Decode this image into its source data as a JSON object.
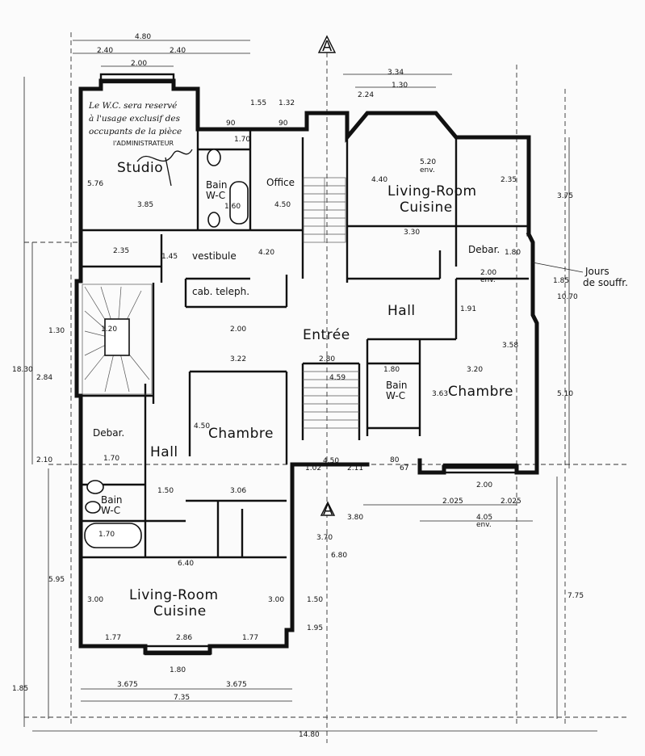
{
  "rooms": {
    "studio": "Studio",
    "office": "Office",
    "bain_wc_top": "Bain\nW-C",
    "vestibule": "vestibule",
    "cab_telephone": "cab. teleph.",
    "living_top": "Living-Room",
    "cuisine_top": "Cuisine",
    "debar_right": "Debar.",
    "hall_right": "Hall",
    "entree": "Entrée",
    "bain_wc_mid": "Bain\nW-C",
    "chambre_right": "Chambre",
    "chambre_center": "Chambre",
    "debar_left": "Debar.",
    "hall_left": "Hall",
    "bain_wc_left": "Bain\nW-C",
    "living_bottom": "Living-Room",
    "cuisine_bottom": "Cuisine"
  },
  "annotation": {
    "line1": "Le W.C. sera reservé",
    "line2": "à l'usage exclusif des",
    "line3": "occupants de la pièce",
    "administrateur": "l'ADMINISTRATEUR",
    "side_note_1": "Jours",
    "side_note_2": "de souffr."
  },
  "section_marks": {
    "top": "A",
    "bottom": "A"
  },
  "dimensions": {
    "top_total": "4.80",
    "top_left": "2.40",
    "top_right": "2.40",
    "top_window": "2.00",
    "d_1_55": "1.55",
    "d_1_32": "1.32",
    "d_3_34": "3.34",
    "d_2_24": "2.24",
    "d_1_30_top": "1.30",
    "d_90_a": "90",
    "d_90_b": "90",
    "d_5_20": "5.20",
    "d_env_a": "env.",
    "d_1_70_a": "1.70",
    "d_5_76": "5.76",
    "d_3_85": "3.85",
    "d_4_50_office": "4.50",
    "d_1_60": "1.60",
    "d_4_40": "4.40",
    "d_2_35_right": "2.35",
    "d_3_75": "3.75",
    "d_3_30": "3.30",
    "d_2_35_left": "2.35",
    "d_1_45": "1.45",
    "d_4_20": "4.20",
    "d_2_00_mid": "2.00",
    "d_env_b": "env.",
    "d_1_80_right": "1.80",
    "d_1_85": "1.85",
    "d_10_70": "10.70",
    "d_1_91": "1.91",
    "d_3_58": "3.58",
    "d_1_30_left": "1.30",
    "d_1_20": "1.20",
    "d_2_00_center": "2.00",
    "d_3_22": "3.22",
    "d_2_80": "2.80",
    "d_1_80_bain": "1.80",
    "d_3_20": "3.20",
    "d_18_30": "18.30",
    "d_2_84": "2.84",
    "d_4_59": "4.59",
    "d_3_63": "3.63",
    "d_5_10": "5.10",
    "d_4_50_chambre": "4.50",
    "d_2_10": "2.10",
    "d_1_70_left": "1.70",
    "d_4_50_hall": "4.50",
    "d_1_02": "1.02",
    "d_2_11": "2.11",
    "d_80": "80",
    "d_67": "67",
    "d_2_00_bottom": "2.00",
    "d_1_50": "1.50",
    "d_3_06": "3.06",
    "d_2_025_a": "2.025",
    "d_2_025_b": "2.025",
    "d_4_05": "4.05",
    "d_env_c": "env.",
    "d_3_80": "3.80",
    "d_1_70_bain": "1.70",
    "d_6_40": "6.40",
    "d_3_70": "3.70",
    "d_6_80": "6.80",
    "d_5_95": "5.95",
    "d_3_00_left": "3.00",
    "d_3_00_right": "3.00",
    "d_1_50_bottom": "1.50",
    "d_1_95": "1.95",
    "d_7_75": "7.75",
    "d_1_77_a": "1.77",
    "d_2_86": "2.86",
    "d_1_77_b": "1.77",
    "d_1_80_bottom": "1.80",
    "d_3_675_a": "3.675",
    "d_3_675_b": "3.675",
    "d_7_35": "7.35",
    "d_1_85_bottom": "1.85",
    "d_14_80": "14.80"
  }
}
